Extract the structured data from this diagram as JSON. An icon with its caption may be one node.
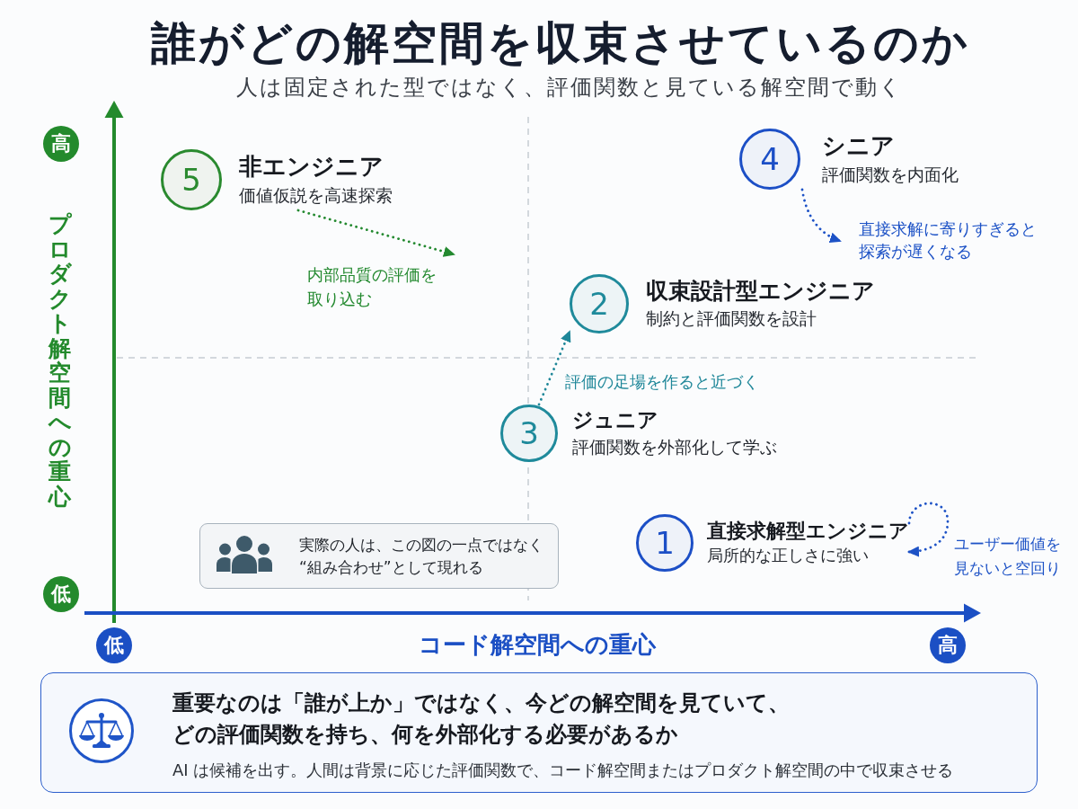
{
  "diagram": {
    "title": "誰がどの解空間を収束させているのか",
    "nodes": [
      {
        "text": [
          "5",
          "非エンジニア",
          "価値仮説を高速探索"
        ]
      },
      {
        "text": [
          "4",
          "シニア",
          "評価関数を内面化"
        ]
      },
      {
        "text": [
          "2",
          "収束設計型エンジニア",
          "制約と評価関数を設計"
        ]
      },
      {
        "text": [
          "3",
          "ジュニア",
          "評価関数を外部化して学ぶ"
        ]
      },
      {
        "text": [
          "実際の人は、この図の一点ではなく“組み合わせ”として現れる"
        ]
      },
      {
        "text": [
          "1",
          "直接求解型エンジニア",
          "局所的な正しさに強い"
        ]
      },
      {
        "text": [
          "重要なのは「誰が上か」ではなく、今どの解空間を見ていて、どの評価関数を持ち、何を外部化する必要があるか",
          "AI は候補を出す。人間は背景に応じた評価関数で、コード解空間またはプロダクト解空間の中で収束させる"
        ]
      }
    ],
    "edges": [
      {
        "from": 0,
        "to": null,
        "arrow": "to",
        "label": "内部品質の評価を取り込む",
        "style": "dashed",
        "color": "#23892f"
      },
      {
        "from": 1,
        "to": null,
        "arrow": "to",
        "label": "直接求解に寄りすぎると探索が遅くなる",
        "style": "dashed",
        "color": "#1d52c6"
      },
      {
        "from": 3,
        "to": 2,
        "arrow": "to",
        "label": "評価の足場を作ると近づく",
        "style": "dashed",
        "color": "#1f8799"
      },
      {
        "from": 5,
        "to": 5,
        "arrow": "to",
        "label": "ユーザー価値を見ないと空回り",
        "style": "dashed",
        "color": "#1d52c6"
      }
    ],
    "labels": [
      "人は固定された型ではなく、評価関数と見ている解空間で動く",
      "高",
      "プロダクト解空間への重心",
      "低",
      "低",
      "コード解空間への重心",
      "高"
    ]
  }
}
